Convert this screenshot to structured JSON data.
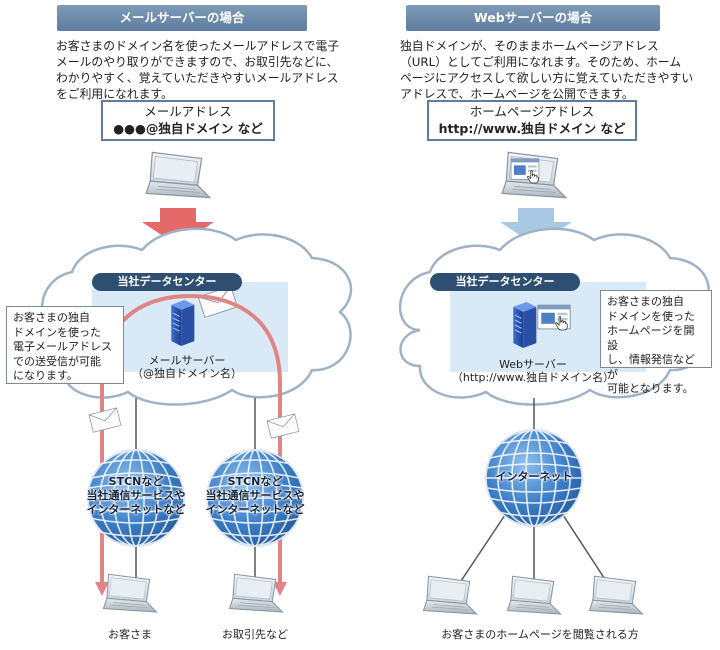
{
  "left": {
    "header": "メールサーバーの場合",
    "description": "お客さまのドメイン名を使ったメールアドレスで電子\nメールのやり取りができますので、お取引先などに、\nわかりやすく、覚えていただきやすいメールアドレス\nをご利用になれます。",
    "address_title": "メールアドレス",
    "address_value": "●●●@独自ドメイン など",
    "datacenter": "当社データセンター",
    "server_label": "メールサーバー\n（@独自ドメイン名）",
    "callout": "お客さまの独自\nドメインを使った\n電子メールアドレス\nでの送受信が可能\nになります。",
    "network_left": "STCNなど\n当社通信サービスや\nインターネットなど",
    "network_right": "STCNなど\n当社通信サービスや\nインターネットなど",
    "client_left": "お客さま",
    "client_right": "お取引先など"
  },
  "right": {
    "header": "Webサーバーの場合",
    "description": "独自ドメインが、そのままホームページアドレス\n（URL）としてご利用になれます。そのため、ホーム\nページにアクセスして欲しい方に覚えていただきやすい\nアドレスで、ホームページを公開できます。",
    "address_title": "ホームページアドレス",
    "address_value": "http://www.独自ドメイン など",
    "datacenter": "当社データセンター",
    "server_label": "Webサーバー\n（http://www.独自ドメイン名）",
    "callout": "お客さまの独自\nドメインを使った\nホームページを開設\nし、情報発信などが\n可能となります。",
    "network": "インターネット",
    "viewers": "お客さまのホームページを閲覧される方"
  },
  "colors": {
    "header_bg": "#6b88aa",
    "pill_bg": "#2e4f72",
    "red_arrow": "#e46a6a",
    "blue_arrow": "#a9c8e6",
    "globe": "#3d7fc8",
    "mail_route": "#e08585"
  }
}
